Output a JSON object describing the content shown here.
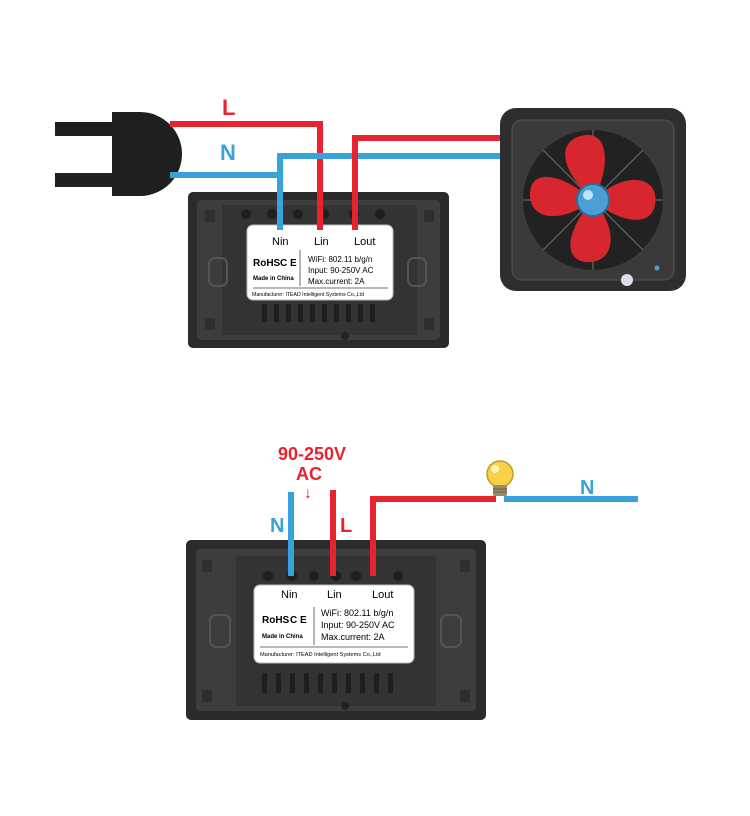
{
  "colors": {
    "live": "#e8232d",
    "neutral": "#3aa2db",
    "switch_body": "#3d3d3d",
    "switch_frame": "#2b2b2b",
    "fan_blade": "#d8262f",
    "fan_hub": "#4b9fd6"
  },
  "icons": {
    "plug": "plug-icon",
    "fan": "exhaust-fan-icon",
    "bulb": "light-bulb-icon"
  },
  "diagram1": {
    "wire_live_label": "L",
    "wire_neutral_label": "N",
    "terminals": {
      "nin": "Nin",
      "lin": "Lin",
      "lout": "Lout"
    },
    "label": {
      "rohs": "RoHS",
      "ce": "C E",
      "made_in": "Made in China",
      "wifi": "WiFi: 802.11 b/g/n",
      "input": "Input: 90-250V AC",
      "max_current": "Max.current: 2A",
      "manufacturer": "Manufacturer: ITEAD Intelligent Systems Co.,Ltd"
    }
  },
  "diagram2": {
    "voltage_line1": "90-250V",
    "voltage_line2": "AC",
    "arrow": "↓",
    "wire_neutral_label_left": "N",
    "wire_live_label": "L",
    "wire_neutral_label_right": "N",
    "terminals": {
      "nin": "Nin",
      "lin": "Lin",
      "lout": "Lout"
    },
    "label": {
      "rohs": "RoHS",
      "ce": "C E",
      "made_in": "Made in China",
      "wifi": "WiFi: 802.11 b/g/n",
      "input": "Input: 90-250V AC",
      "max_current": "Max.current: 2A",
      "manufacturer": "Manufacturer: ITEAD Intelligent Systems Co.,Ltd"
    }
  }
}
